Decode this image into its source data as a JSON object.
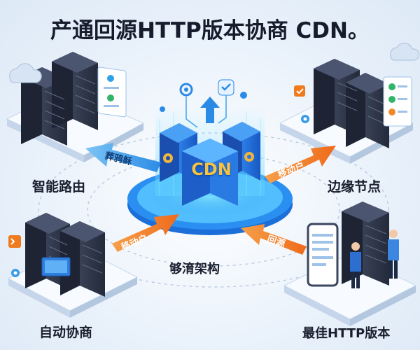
{
  "title": "产通回源HTTP版本协商 CDN。",
  "center": {
    "logo_text": "CDN"
  },
  "nodes": {
    "top_left": {
      "label": "智能路由"
    },
    "top_right": {
      "label": "边缘节点"
    },
    "bottom_left": {
      "label": "自动协商"
    },
    "bottom_right": {
      "label": "最佳HTTP版本"
    },
    "bottom_center": {
      "label": "够淯架构"
    }
  },
  "arrows": {
    "top_left": {
      "label": "葬鸦稣"
    },
    "top_right": {
      "label": "移动户"
    },
    "bottom_left": {
      "label": "移动户"
    },
    "bottom_right": {
      "label": "回源"
    }
  },
  "icons": [
    "server-rack-icon",
    "cloud-icon",
    "chat-icon",
    "gear-icon",
    "shield-icon",
    "check-icon",
    "warning-icon",
    "mobile-phone-icon",
    "person-icon",
    "monitor-icon",
    "location-pin-icon"
  ],
  "colors": {
    "accent_blue": "#1f7fe0",
    "accent_orange": "#f07a1e",
    "server_dark": "#2b3347",
    "platform_cyan": "#2fb6f0"
  }
}
